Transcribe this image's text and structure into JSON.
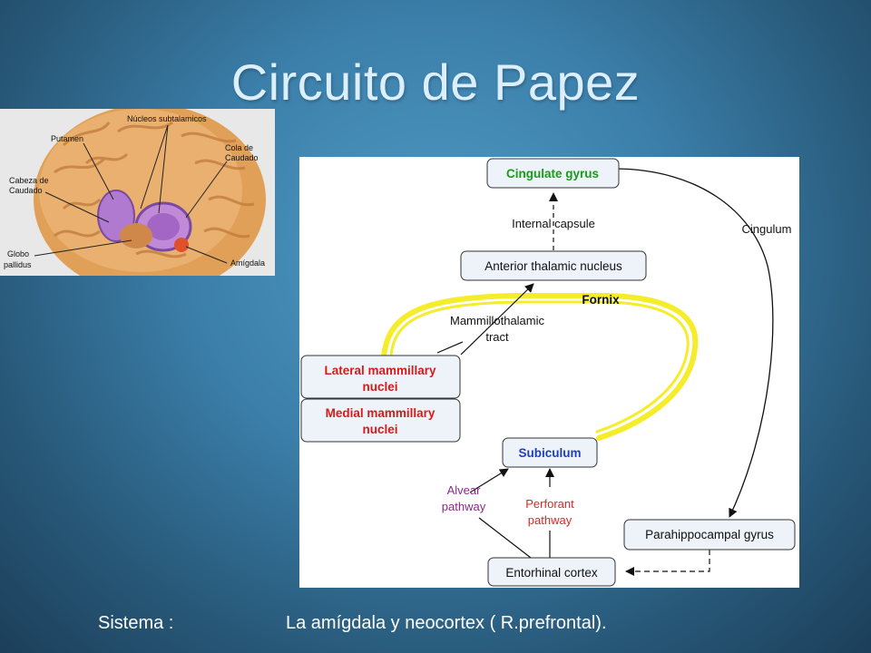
{
  "slide": {
    "title": "Circuito de Papez"
  },
  "brain_labels": {
    "nucleos": "Núcleos subtalamicos",
    "putamen": "Putamen",
    "cola": "Cola de",
    "caudado_right": "Caudado",
    "cabeza": "Cabeza de",
    "caudado_left": "Caudado",
    "globo": "Globo",
    "pallidus": "pallidus",
    "amigdala": "Amígdala"
  },
  "diagram": {
    "nodes": {
      "cingulate": "Cingulate gyrus",
      "anterior_thalamic": "Anterior thalamic nucleus",
      "lateral_mammillary_1": "Lateral mammillary",
      "lateral_mammillary_2": "nuclei",
      "medial_mammillary_1": "Medial mammillary",
      "medial_mammillary_2": "nuclei",
      "subiculum": "Subiculum",
      "parahippocampal": "Parahippocampal gyrus",
      "entorhinal": "Entorhinal cortex"
    },
    "labels": {
      "internal_capsule": "Internal capsule",
      "cingulum": "Cingulum",
      "fornix": "Fornix",
      "mammillothalamic_1": "Mammillothalamic",
      "mammillothalamic_2": "tract",
      "alvear_1": "Alvear",
      "alvear_2": "pathway",
      "perforant_1": "Perforant",
      "perforant_2": "pathway"
    },
    "colors": {
      "cingulate_text": "#1a9a1a",
      "mammillary_text": "#d41c1c",
      "subiculum_text": "#1f3fbf",
      "alvear_text": "#8a2a8a",
      "perforant_text": "#d42a2a",
      "fornix_stroke": "#f5ec2a",
      "node_fill": "#edf3f8"
    }
  },
  "footer": {
    "label": "Sistema :",
    "text": "La amígdala y neocortex ( R.prefrontal)."
  }
}
